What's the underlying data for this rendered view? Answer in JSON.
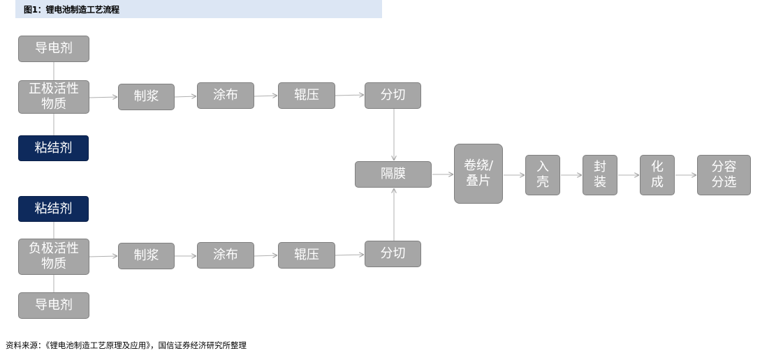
{
  "title": "图1：锂电池制造工艺流程",
  "source": "资料来源：《锂电池制造工艺原理及应用》，国信证券经济研究所整理",
  "nodes": {
    "pos_conductive": "导电剂",
    "pos_material": "正极活性\n物质",
    "pos_binder": "粘结剂",
    "pos_slurry": "制浆",
    "pos_coating": "涂布",
    "pos_rolling": "辊压",
    "pos_slitting": "分切",
    "neg_binder": "粘结剂",
    "neg_material": "负极活性\n物质",
    "neg_conductive": "导电剂",
    "neg_slurry": "制浆",
    "neg_coating": "涂布",
    "neg_rolling": "辊压",
    "neg_slitting": "分切",
    "separator": "隔膜",
    "winding": "卷绕/\n叠片",
    "casing": "入\n壳",
    "sealing": "封\n装",
    "formation": "化\n成",
    "grading": "分容\n分选"
  },
  "colors": {
    "process_box": "#a6a6a6",
    "binder_box": "#0e2a5c",
    "title_bg": "#dce6f4"
  }
}
